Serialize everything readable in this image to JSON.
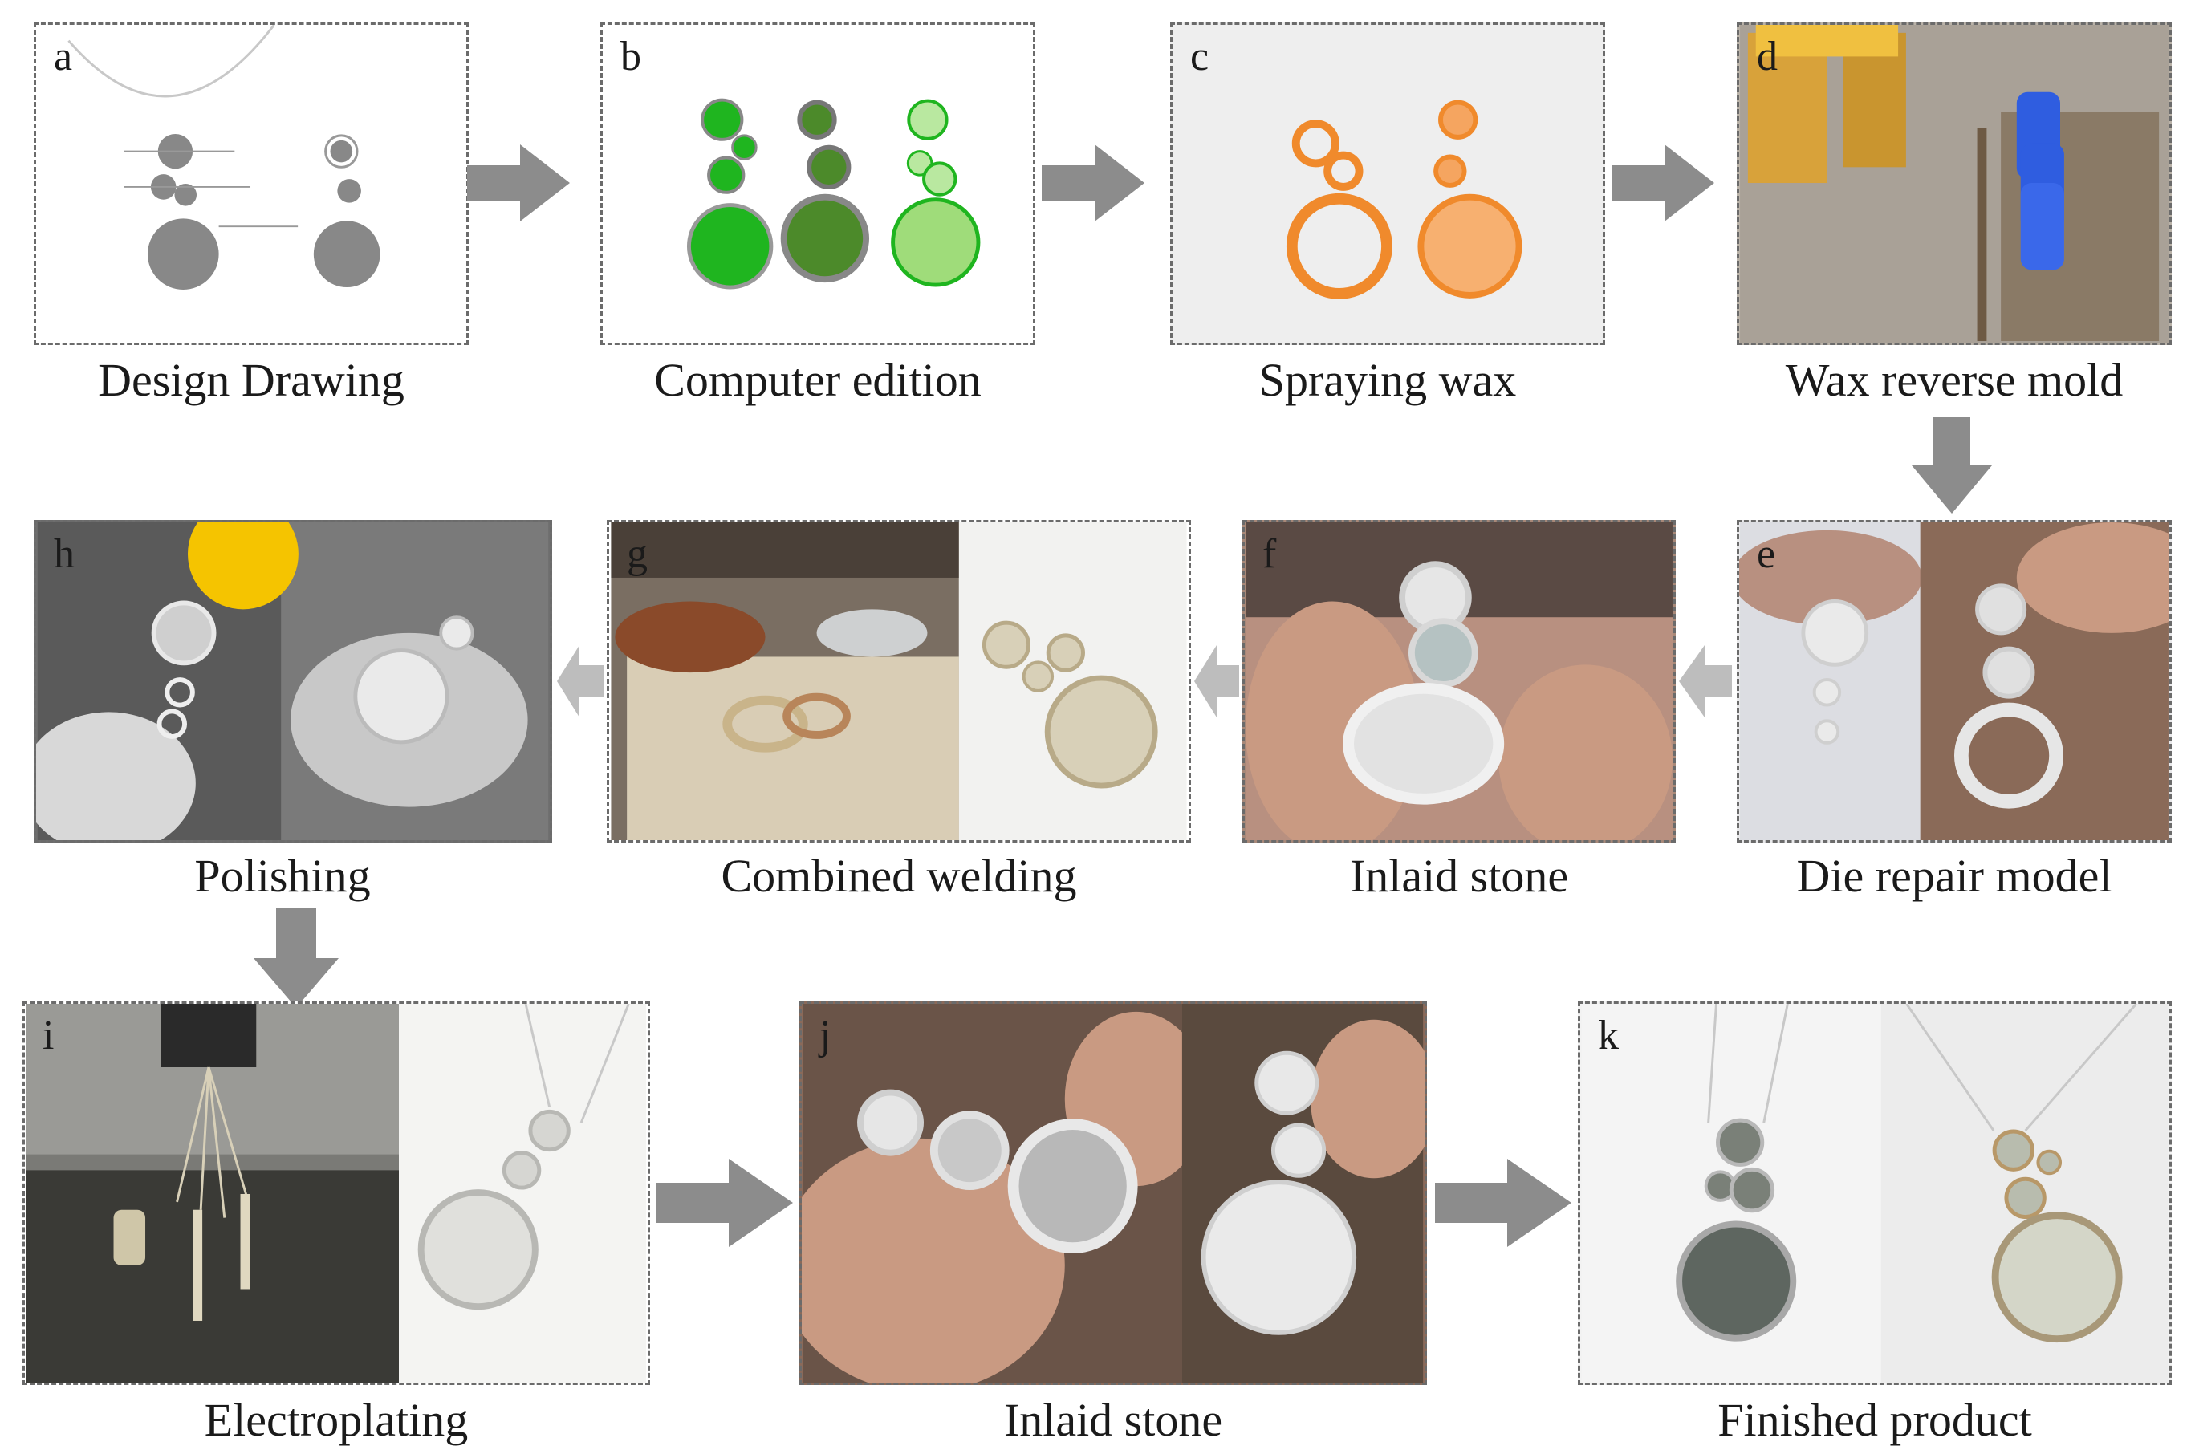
{
  "panels": [
    {
      "id": "a",
      "label": "a",
      "caption": "Design Drawing"
    },
    {
      "id": "b",
      "label": "b",
      "caption": "Computer edition"
    },
    {
      "id": "c",
      "label": "c",
      "caption": "Spraying wax"
    },
    {
      "id": "d",
      "label": "d",
      "caption": "Wax reverse mold"
    },
    {
      "id": "e",
      "label": "e",
      "caption": "Die repair model"
    },
    {
      "id": "f",
      "label": "f",
      "caption": "Inlaid stone"
    },
    {
      "id": "g",
      "label": "g",
      "caption": "Combined welding"
    },
    {
      "id": "h",
      "label": "h",
      "caption": "Polishing"
    },
    {
      "id": "i",
      "label": "i",
      "caption": "Electroplating"
    },
    {
      "id": "j",
      "label": "j",
      "caption": "Inlaid stone"
    },
    {
      "id": "k",
      "label": "k",
      "caption": "Finished product"
    }
  ],
  "colors": {
    "arrow": "#8c8c8c",
    "border": "#6b6b6b",
    "green": "#1fb51f",
    "orange": "#f08a2c",
    "blue": "#2f5de0",
    "silver": "#d9d9d6",
    "skin": "#c89a82"
  }
}
